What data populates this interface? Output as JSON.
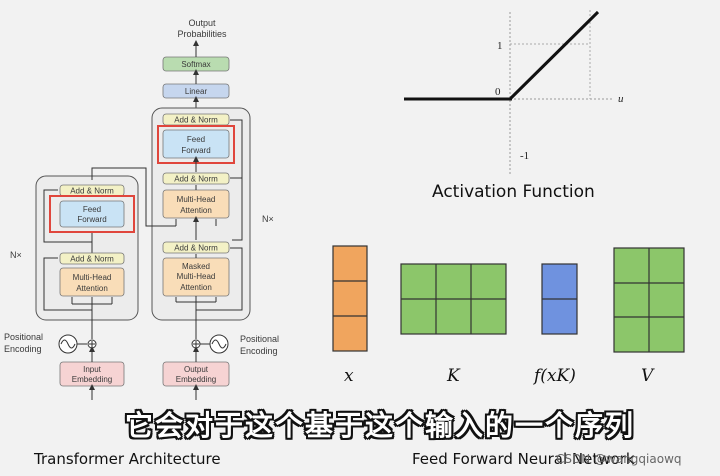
{
  "transformer": {
    "output_probabilities": [
      "Output",
      "Probabilities"
    ],
    "softmax": "Softmax",
    "linear": "Linear",
    "add_norm": "Add & Norm",
    "feed_forward": [
      "Feed",
      "Forward"
    ],
    "multi_head_attention": [
      "Multi-Head",
      "Attention"
    ],
    "masked_multi_head_attention": [
      "Masked",
      "Multi-Head",
      "Attention"
    ],
    "nx": "N×",
    "positional_encoding": [
      "Positional",
      "Encoding"
    ],
    "input_embedding": [
      "Input",
      "Embedding"
    ],
    "output_embedding": [
      "Output",
      "Embedding"
    ],
    "caption": "Transformer Architecture"
  },
  "activation": {
    "tick_1": "1",
    "tick_0": "0",
    "tick_neg1": "-1",
    "axis_u": "u",
    "caption": "Activation Function"
  },
  "ffn": {
    "labels": [
      "x",
      "K",
      "f(xK)",
      "V"
    ],
    "colors": {
      "x": "#f0a55e",
      "K": "#8cc66a",
      "fxK": "#6f92df",
      "V": "#8cc66a"
    },
    "caption": "Feed Forward Neural Network"
  },
  "subtitle": "它会对于这个基于这个输入的一个序列",
  "watermark": "CSDN @wangqiaowq",
  "highlight_color": "#e0463c"
}
